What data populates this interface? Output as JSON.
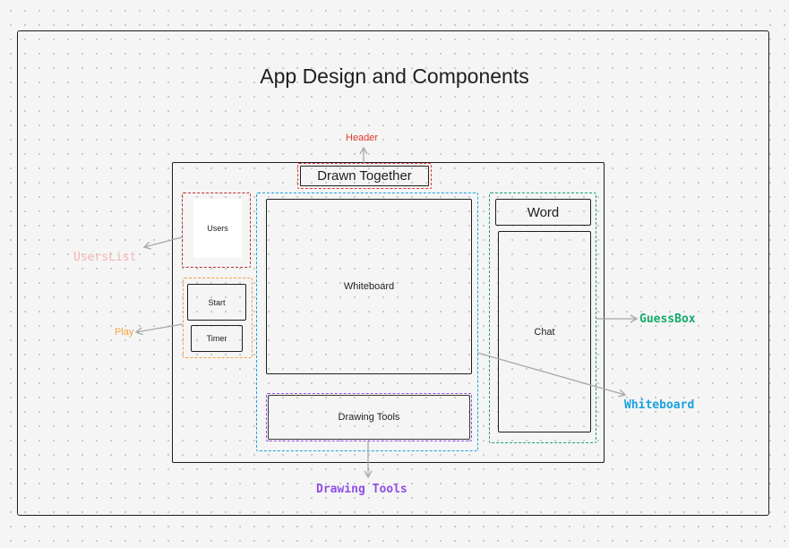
{
  "title": "App Design and Components",
  "components": {
    "header": "Drawn Together",
    "users": "Users",
    "start": "Start",
    "timer": "Timer",
    "whiteboard": "Whiteboard",
    "drawing_tools": "Drawing Tools",
    "word": "Word",
    "chat": "Chat"
  },
  "annotations": {
    "header": "Header",
    "users_list": "UsersList",
    "play": "Play",
    "guess_box": "GuessBox",
    "whiteboard": "Whiteboard",
    "drawing_tools": "Drawing Tools"
  },
  "colors": {
    "header": "#e03b2f",
    "users_list": "#f4b4b0",
    "play": "#f3a23a",
    "guess_box": "#14a86a",
    "whiteboard": "#1aa1e0",
    "drawing_tools": "#8e4fe8"
  }
}
